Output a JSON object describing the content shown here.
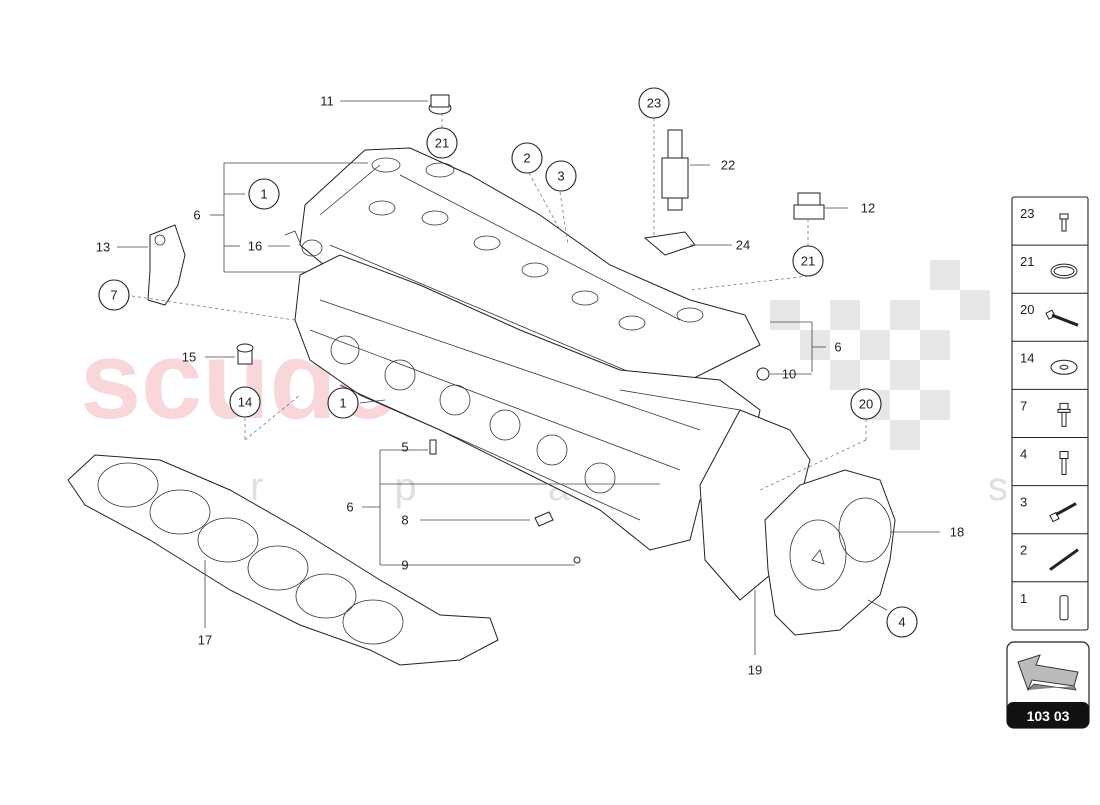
{
  "diagram": {
    "watermark": {
      "main": "scuderia",
      "sub": "r p a r t s"
    },
    "callouts": [
      {
        "id": "c11",
        "label": "11",
        "circled": false
      },
      {
        "id": "c21a",
        "label": "21",
        "circled": true
      },
      {
        "id": "c1a",
        "label": "1",
        "circled": true
      },
      {
        "id": "c6a",
        "label": "6",
        "circled": false
      },
      {
        "id": "c16",
        "label": "16",
        "circled": false
      },
      {
        "id": "c13",
        "label": "13",
        "circled": false
      },
      {
        "id": "c7",
        "label": "7",
        "circled": true
      },
      {
        "id": "c15",
        "label": "15",
        "circled": false
      },
      {
        "id": "c14",
        "label": "14",
        "circled": true
      },
      {
        "id": "c1b",
        "label": "1",
        "circled": true
      },
      {
        "id": "c2",
        "label": "2",
        "circled": true
      },
      {
        "id": "c3",
        "label": "3",
        "circled": true
      },
      {
        "id": "c23",
        "label": "23",
        "circled": true
      },
      {
        "id": "c22",
        "label": "22",
        "circled": false
      },
      {
        "id": "c24",
        "label": "24",
        "circled": false
      },
      {
        "id": "c12",
        "label": "12",
        "circled": false
      },
      {
        "id": "c21b",
        "label": "21",
        "circled": true
      },
      {
        "id": "c6b",
        "label": "6",
        "circled": false
      },
      {
        "id": "c10",
        "label": "10",
        "circled": false
      },
      {
        "id": "c20",
        "label": "20",
        "circled": true
      },
      {
        "id": "c5",
        "label": "5",
        "circled": false
      },
      {
        "id": "c6c",
        "label": "6",
        "circled": false
      },
      {
        "id": "c8",
        "label": "8",
        "circled": false
      },
      {
        "id": "c9",
        "label": "9",
        "circled": false
      },
      {
        "id": "c18",
        "label": "18",
        "circled": false
      },
      {
        "id": "c4",
        "label": "4",
        "circled": true
      },
      {
        "id": "c19",
        "label": "19",
        "circled": false
      },
      {
        "id": "c17",
        "label": "17",
        "circled": false
      }
    ],
    "legend": [
      {
        "label": "23",
        "icon": "short-bolt-icon"
      },
      {
        "label": "21",
        "icon": "seal-ring-icon"
      },
      {
        "label": "20",
        "icon": "long-bolt-icon"
      },
      {
        "label": "14",
        "icon": "washer-icon"
      },
      {
        "label": "7",
        "icon": "flange-bolt-icon"
      },
      {
        "label": "4",
        "icon": "hex-bolt-icon"
      },
      {
        "label": "3",
        "icon": "medium-bolt-icon"
      },
      {
        "label": "2",
        "icon": "stud-icon"
      },
      {
        "label": "1",
        "icon": "dowel-sleeve-icon"
      }
    ],
    "page_ref": {
      "icon": "arrow-icon",
      "label": "103 03"
    }
  }
}
